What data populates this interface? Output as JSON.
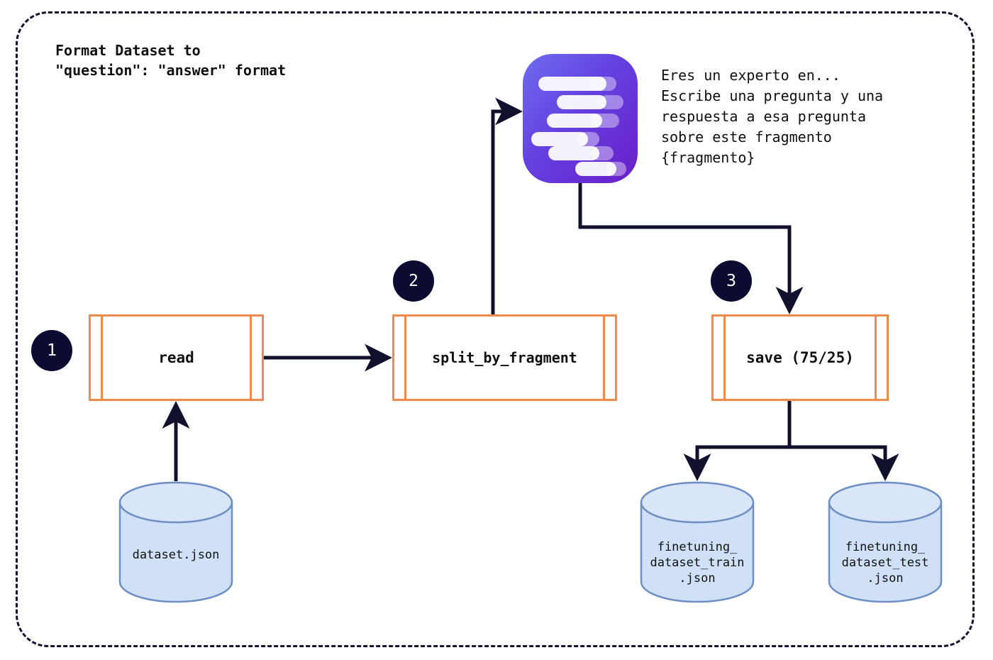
{
  "diagram": {
    "title": "Format Dataset to\n\"question\": \"answer\" format",
    "colors": {
      "process_border": "#f08a4b",
      "connector": "#11112e",
      "badge_fill": "#0c0c33",
      "cylinder_fill": "#cfe0f7",
      "cylinder_border": "#6e8fc4",
      "llm_gradient_from": "#6361e8",
      "llm_gradient_to": "#6a22c8",
      "frame_border": "#11112e"
    },
    "llm": {
      "icon_name": "llm-chat-icon",
      "prompt": "Eres un experto en...\nEscribe una pregunta y una\nrespuesta a esa pregunta\nsobre este fragmento\n{fragmento}"
    },
    "steps": [
      {
        "badge": "1",
        "label": "read"
      },
      {
        "badge": "2",
        "label": "split_by_fragment"
      },
      {
        "badge": "3",
        "label": "save (75/25)"
      }
    ],
    "datastores": [
      {
        "name": "source",
        "label": "dataset.json"
      },
      {
        "name": "train",
        "label": "finetuning_\ndataset_train\n.json"
      },
      {
        "name": "test",
        "label": "finetuning_\ndataset_test\n.json"
      }
    ],
    "connections": [
      {
        "from": "dataset.json",
        "to": "read"
      },
      {
        "from": "read",
        "to": "split_by_fragment"
      },
      {
        "from": "split_by_fragment",
        "to": "llm-chat-icon"
      },
      {
        "from": "llm-chat-icon",
        "to": "save (75/25)"
      },
      {
        "from": "save (75/25)",
        "to": "finetuning_dataset_train.json"
      },
      {
        "from": "save (75/25)",
        "to": "finetuning_dataset_test.json"
      }
    ]
  }
}
